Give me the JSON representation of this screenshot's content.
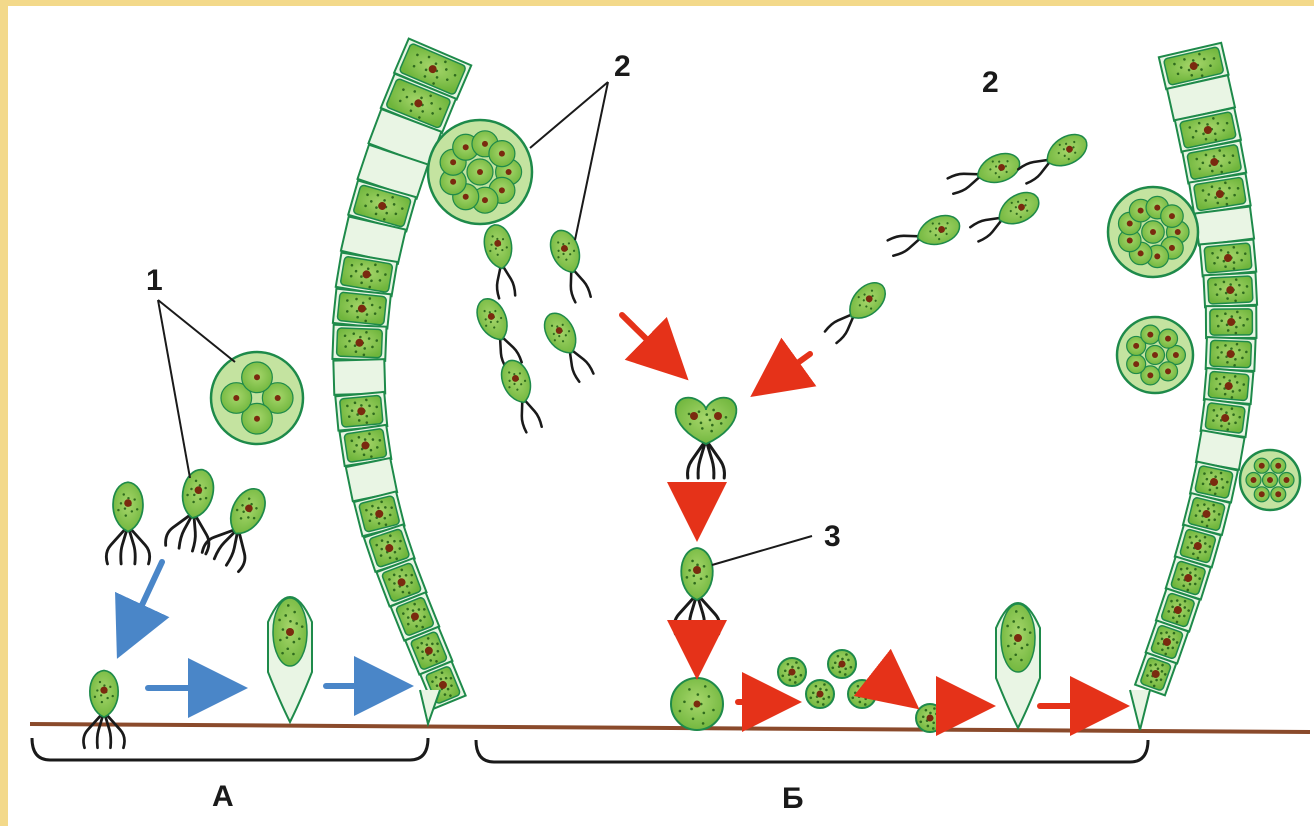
{
  "labels": {
    "one": "1",
    "two_left": "2",
    "two_right": "2",
    "three": "3",
    "section_a": "А",
    "section_b": "Б"
  },
  "colors": {
    "background_border": "#f3d98a",
    "cell_fill": "#8bc34a",
    "cell_stroke": "#1e8a4a",
    "filament_fill": "#e9f5e4",
    "nucleus": "#7a2a0f",
    "flagella": "#1a1a1a",
    "ground": "#8a4a2b",
    "asexual_arrow": "#4a86c8",
    "sexual_arrow": "#e53219"
  }
}
